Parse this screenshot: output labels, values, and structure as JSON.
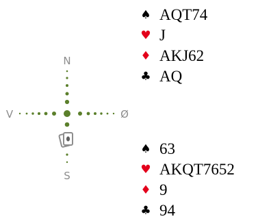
{
  "compass": {
    "north": "N",
    "south": "S",
    "west": "V",
    "east": "Ø",
    "dot_color": "#5b7f2b",
    "icon": "cards-icon"
  },
  "north_hand": [
    {
      "suit": "spades",
      "symbol": "♠",
      "color": "#000000",
      "cards": "AQT74"
    },
    {
      "suit": "hearts",
      "symbol": "♥",
      "color": "#e3001b",
      "cards": "J"
    },
    {
      "suit": "diamonds",
      "symbol": "♦",
      "color": "#e3001b",
      "cards": "AKJ62"
    },
    {
      "suit": "clubs",
      "symbol": "♣",
      "color": "#000000",
      "cards": "AQ"
    }
  ],
  "south_hand": [
    {
      "suit": "spades",
      "symbol": "♠",
      "color": "#000000",
      "cards": "63"
    },
    {
      "suit": "hearts",
      "symbol": "♥",
      "color": "#e3001b",
      "cards": "AKQT7652"
    },
    {
      "suit": "diamonds",
      "symbol": "♦",
      "color": "#e3001b",
      "cards": "9"
    },
    {
      "suit": "clubs",
      "symbol": "♣",
      "color": "#000000",
      "cards": "94"
    }
  ]
}
